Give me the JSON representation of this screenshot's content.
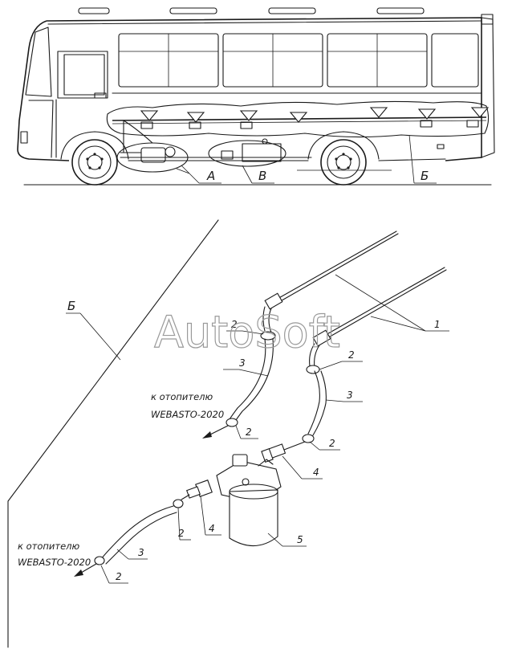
{
  "watermark": "AutoSoft",
  "bus_view": {
    "zone_labels": {
      "a": "А",
      "v": "В",
      "b": "Б"
    }
  },
  "detail_view": {
    "view_label": "Б",
    "notes": [
      {
        "line1": "к отопителю",
        "line2": "WEBASTO-2020"
      },
      {
        "line1": "к отопителю",
        "line2": "WEBASTO-2020"
      }
    ],
    "callouts": {
      "n1": "1",
      "n2a": "2",
      "n2b": "2",
      "n2c": "2",
      "n2d": "2",
      "n2e": "2",
      "n3a": "3",
      "n3b": "3",
      "n3c": "3",
      "n4a": "4",
      "n4b": "4",
      "n5": "5"
    }
  },
  "colors": {
    "line": "#1a1a1a",
    "background": "#ffffff",
    "watermark": "#9a9a9a"
  }
}
